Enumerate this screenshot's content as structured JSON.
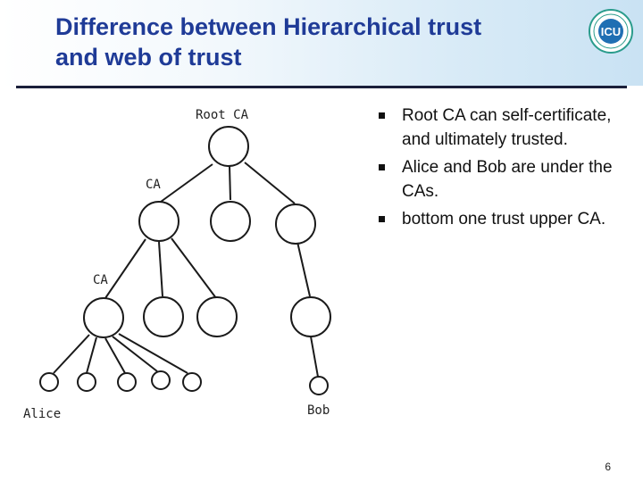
{
  "slide": {
    "title_lines": [
      "Difference between Hierarchical trust",
      "and web of trust"
    ],
    "page_number": "6",
    "accent_color": "#1f3b97",
    "logo": {
      "icon": "icu-university-seal-icon",
      "text": "ICU"
    }
  },
  "diagram": {
    "labels": {
      "root": "Root CA",
      "ca_level1": "CA",
      "ca_level2": "CA",
      "alice": "Alice",
      "bob": "Bob"
    }
  },
  "bullets": [
    "Root CA can self-certificate, and ultimately trusted.",
    "Alice and Bob are under the CAs.",
    "bottom one trust upper CA."
  ]
}
